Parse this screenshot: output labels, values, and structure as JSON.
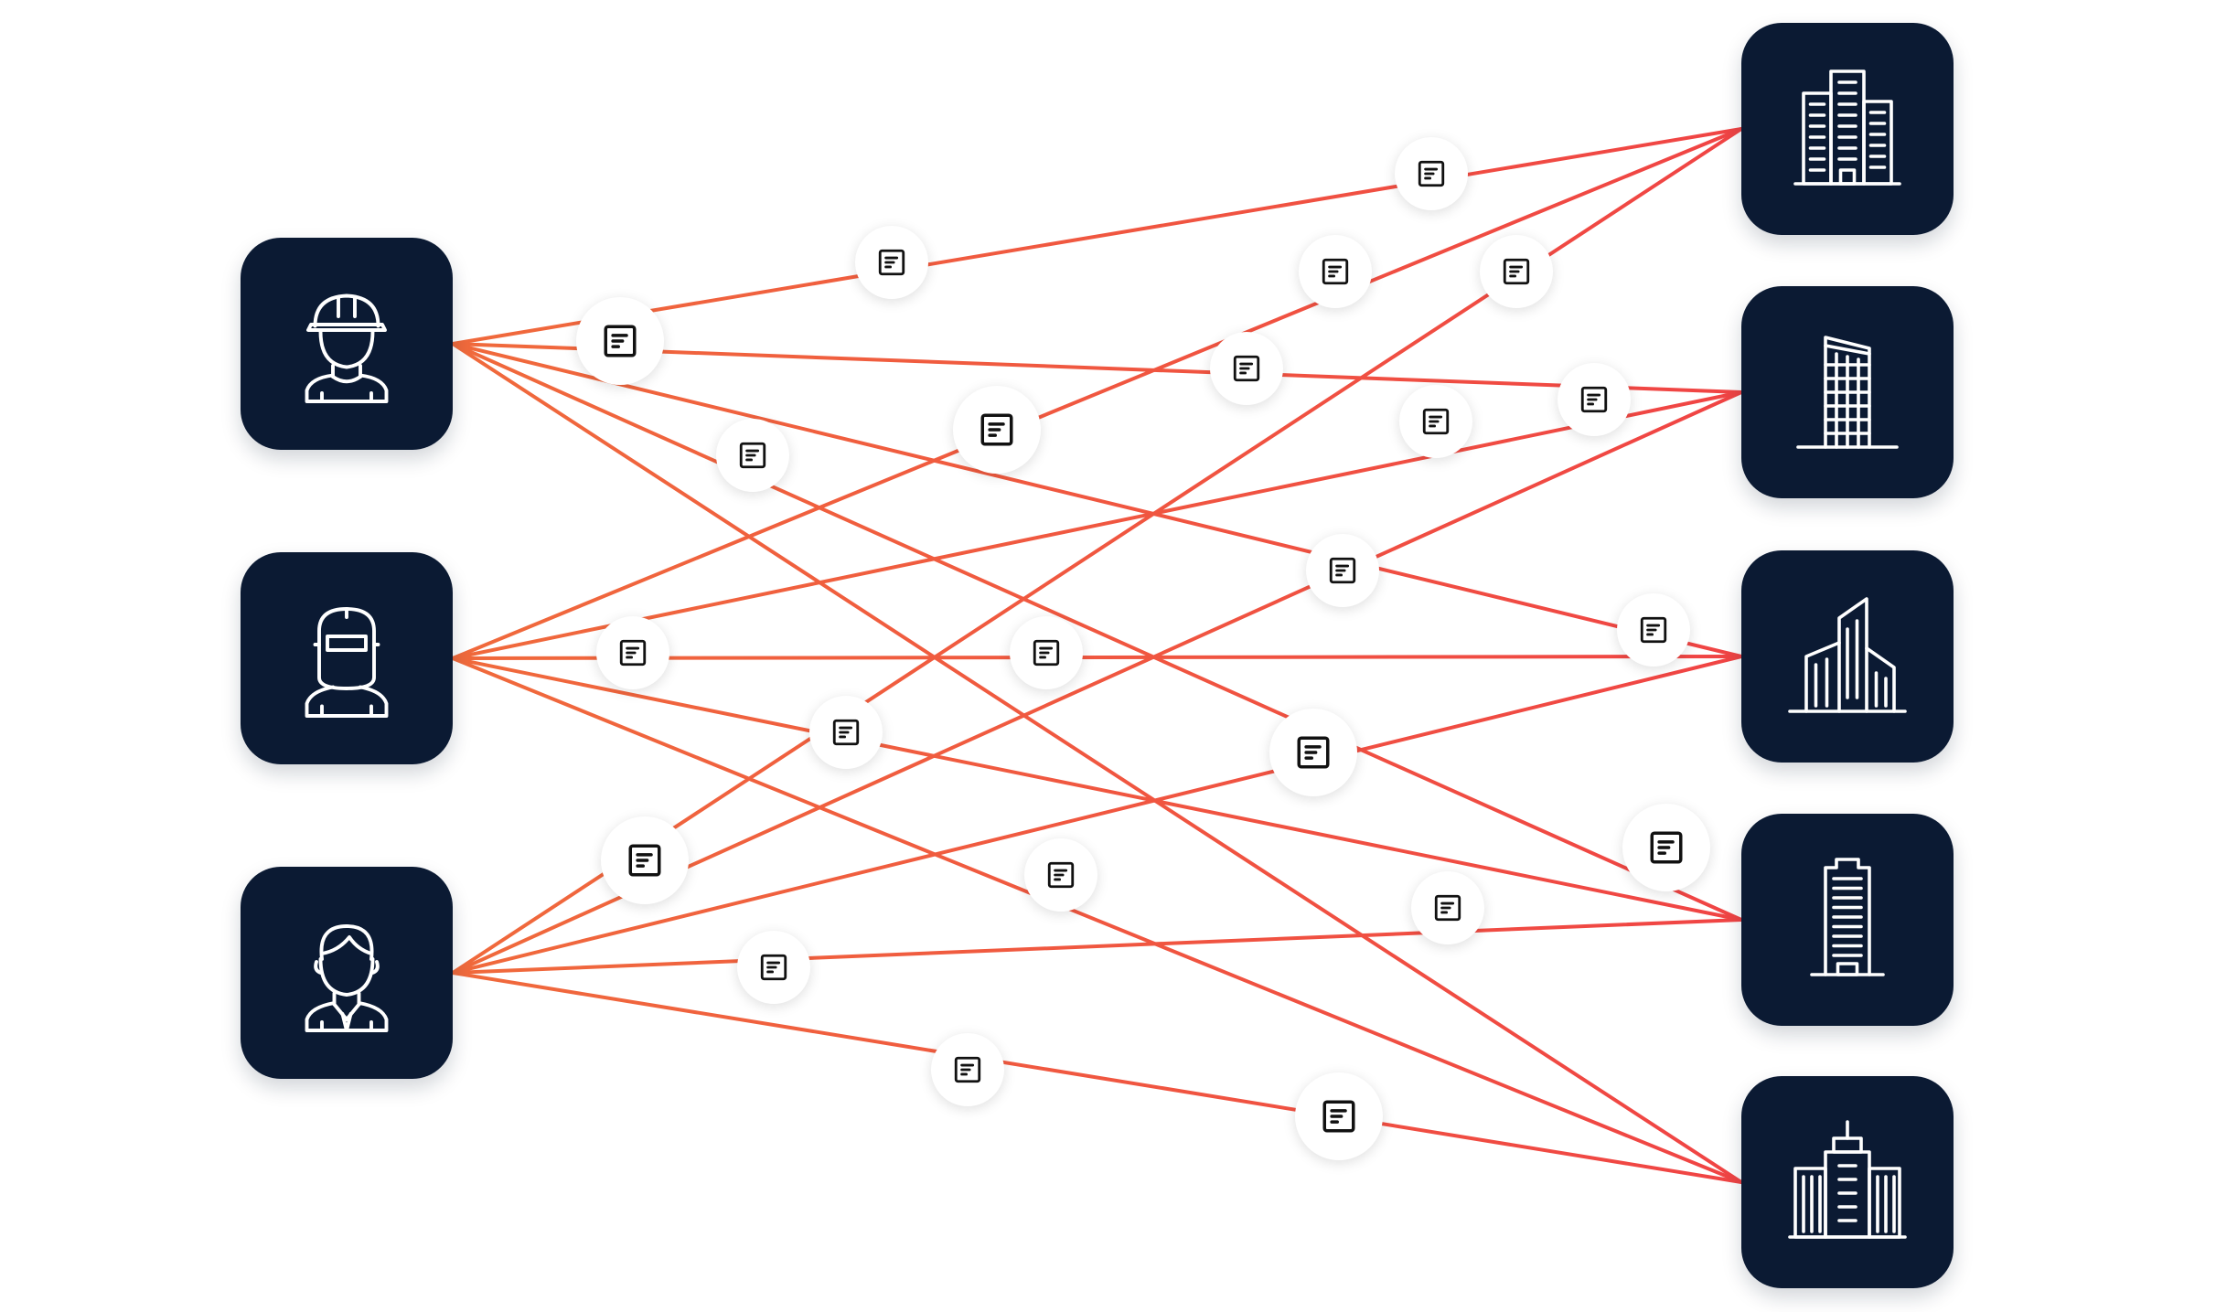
{
  "colors": {
    "link": "#f04444",
    "link_start": "#f06a3c",
    "node_bg": "#0b1a33",
    "node_icon": "#ffffff"
  },
  "people": [
    {
      "id": "worker",
      "icon": "hard-hat-worker-icon"
    },
    {
      "id": "welder",
      "icon": "welder-mask-icon"
    },
    {
      "id": "office",
      "icon": "businessman-icon"
    }
  ],
  "buildings": [
    {
      "id": "b1",
      "icon": "office-complex-icon"
    },
    {
      "id": "b2",
      "icon": "skyscraper-slanted-icon"
    },
    {
      "id": "b3",
      "icon": "city-towers-icon"
    },
    {
      "id": "b4",
      "icon": "tall-tower-icon"
    },
    {
      "id": "b5",
      "icon": "office-block-icon"
    }
  ],
  "links": [
    [
      "worker",
      "b1"
    ],
    [
      "worker",
      "b2"
    ],
    [
      "worker",
      "b3"
    ],
    [
      "worker",
      "b4"
    ],
    [
      "worker",
      "b5"
    ],
    [
      "welder",
      "b1"
    ],
    [
      "welder",
      "b2"
    ],
    [
      "welder",
      "b3"
    ],
    [
      "welder",
      "b4"
    ],
    [
      "welder",
      "b5"
    ],
    [
      "office",
      "b1"
    ],
    [
      "office",
      "b2"
    ],
    [
      "office",
      "b3"
    ],
    [
      "office",
      "b4"
    ],
    [
      "office",
      "b5"
    ]
  ],
  "document_icon": "document-icon"
}
